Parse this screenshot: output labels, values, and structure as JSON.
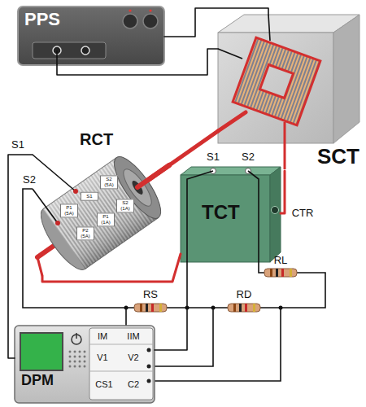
{
  "diagram": {
    "nodes": [
      {
        "text": [
          "PPS"
        ]
      },
      {
        "text": [
          "SCT"
        ]
      },
      {
        "text": [
          "RCT"
        ]
      },
      {
        "text": [
          "TCT"
        ]
      },
      {
        "text": [
          "DPM"
        ]
      }
    ],
    "edges": [
      {
        "from": 0,
        "to": 1,
        "arrow": "none"
      },
      {
        "from": 0,
        "to": 1,
        "arrow": "none"
      },
      {
        "from": 1,
        "to": 2,
        "arrow": "none"
      },
      {
        "from": 1,
        "to": 3,
        "arrow": "none"
      },
      {
        "from": 3,
        "to": 2,
        "arrow": "none"
      },
      {
        "from": 2,
        "to": 4,
        "arrow": "none"
      },
      {
        "from": 3,
        "to": 4,
        "arrow": "none"
      }
    ],
    "labels": [
      "S1",
      "S2",
      "S1",
      "S2 (5A)",
      "S2 (1A)",
      "P1 (5A)",
      "P2 (5A)",
      "P1 (1A)",
      "S1",
      "S2",
      "CTR",
      "RS",
      "RD",
      "RL",
      "IM",
      "IIM",
      "V1",
      "V2",
      "CS1",
      "C2"
    ]
  }
}
